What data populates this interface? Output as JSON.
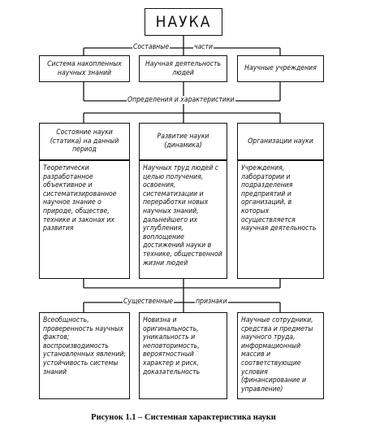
{
  "title": "НАУКА",
  "labels": {
    "components": [
      "Составные",
      "части"
    ],
    "definitions": "Определения и характеристики",
    "features": [
      "Существенные",
      "признаки"
    ]
  },
  "row1": [
    "Система накопленных научных знаний",
    "Научная деятельность людей",
    "Научные учреждения"
  ],
  "headers": [
    "Состояние науки (статика) на данный период",
    "Развитие науки (динамика)",
    "Организации науки"
  ],
  "definitions": [
    "Теоретически разработанное объективное и систематизированное научное знание о природе, обществе, технике и законах их развития",
    "Научных труд людей с целью получения, освоения, систематизации и переработки новых научных знаний, дальнейшего их углубления, воплощение достижений науки в технике, общественной жизни людей",
    "Учреждения, лаборатории и подразделения предприятий и организаций, в которых осуществляется научная деятельность"
  ],
  "features": [
    "Всеобщность, проверенность научных фактов; воспроизводимость установленных явлений; устойчивость системы знаний",
    "Новизна и оригинальность, уникальность и неповторимость, вероятностный характер и риск, доказательность",
    "Научные сотрудники, средства и предметы научного труда, информационный массив и соответствующие условия (финансирование и управление)"
  ],
  "caption": "Рисунок 1.1 – Системная характеристика науки"
}
